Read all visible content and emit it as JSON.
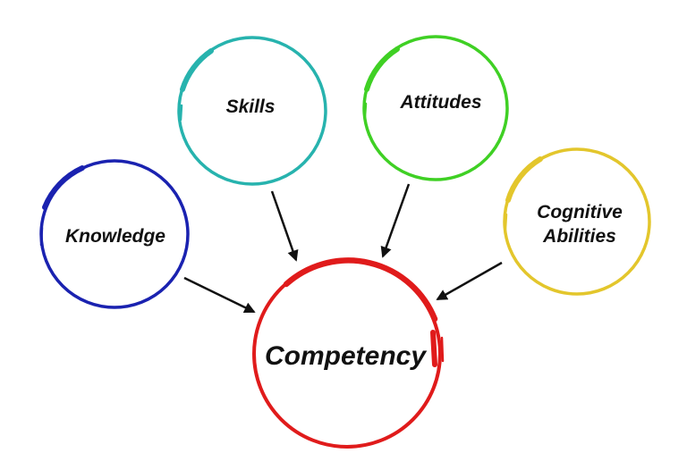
{
  "diagram": {
    "center": {
      "label": "Competency",
      "color": "#e01b1b"
    },
    "nodes": [
      {
        "id": "knowledge",
        "label": "Knowledge",
        "color": "#1a22b0"
      },
      {
        "id": "skills",
        "label": "Skills",
        "color": "#27b3ae"
      },
      {
        "id": "attitudes",
        "label": "Attitudes",
        "color": "#3fd024"
      },
      {
        "id": "cognitive",
        "label_line1": "Cognitive",
        "label_line2": "Abilities",
        "color": "#e3c62c"
      }
    ],
    "arrow_color": "#111111"
  }
}
